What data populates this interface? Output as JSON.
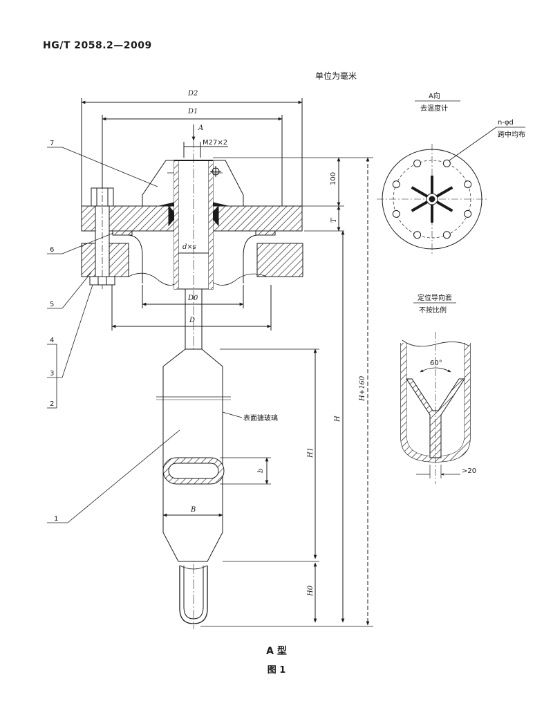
{
  "header": {
    "standard": "HG/T 2058.2—2009",
    "unit_note": "单位为毫米"
  },
  "dimensions": {
    "d2": "D2",
    "d1": "D1",
    "thread": "M27×2",
    "dir_a": "A",
    "h100": "100",
    "t": "T",
    "dxs": "d×s",
    "d0": "D0",
    "d": "D",
    "h_total": "H+160",
    "h": "H",
    "h1": "H1",
    "h0": "H0",
    "b": "b",
    "big_b": "B"
  },
  "part_labels": [
    "7",
    "6",
    "5",
    "4",
    "3",
    "2",
    "1"
  ],
  "annotations": {
    "surface": "表面搪玻璃"
  },
  "view_a": {
    "title": "A向",
    "subtitle": "去温度计",
    "holes": "n-φd",
    "holes_note": "跨中均布"
  },
  "detail": {
    "title": "定位导向套",
    "subtitle": "不按比例",
    "angle": "60°",
    "min_len": ">20"
  },
  "captions": {
    "type": "A 型",
    "figure": "图 1"
  }
}
